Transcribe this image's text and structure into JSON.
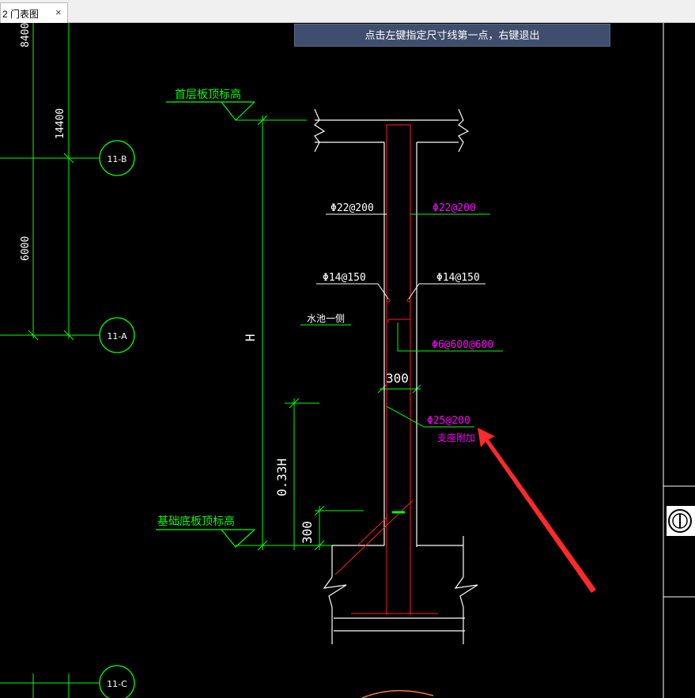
{
  "tab": {
    "title": "2 门表图",
    "close_glyph": "×"
  },
  "command_prompt": "点击左键指定尺寸线第一点，右键退出",
  "grid_dims": {
    "top": "8400",
    "mid": "14400",
    "low": "6000"
  },
  "axis_bubbles": {
    "b": "11-B",
    "a": "11-A",
    "c": "11-C"
  },
  "elevations": {
    "top": "首层板顶标高",
    "bottom": "基础底板顶标高"
  },
  "dimensions": {
    "height": "H",
    "partial": "0.33H",
    "bottom": "300",
    "thickness": "300"
  },
  "water_side": "水池一侧",
  "rebar": {
    "left_vertical": "Φ22@200",
    "right_vertical": "Φ22@200",
    "left_horizontal": "Φ14@150",
    "right_horizontal": "Φ14@150",
    "tie": "Φ6@600@600",
    "support": "Φ25@200",
    "support_note": "支座附加"
  },
  "colors": {
    "background": "#000000",
    "green": "#00ff00",
    "white": "#ffffff",
    "magenta": "#ff00ff",
    "red": "#ff2020",
    "arrow": "#ff2a2a"
  }
}
